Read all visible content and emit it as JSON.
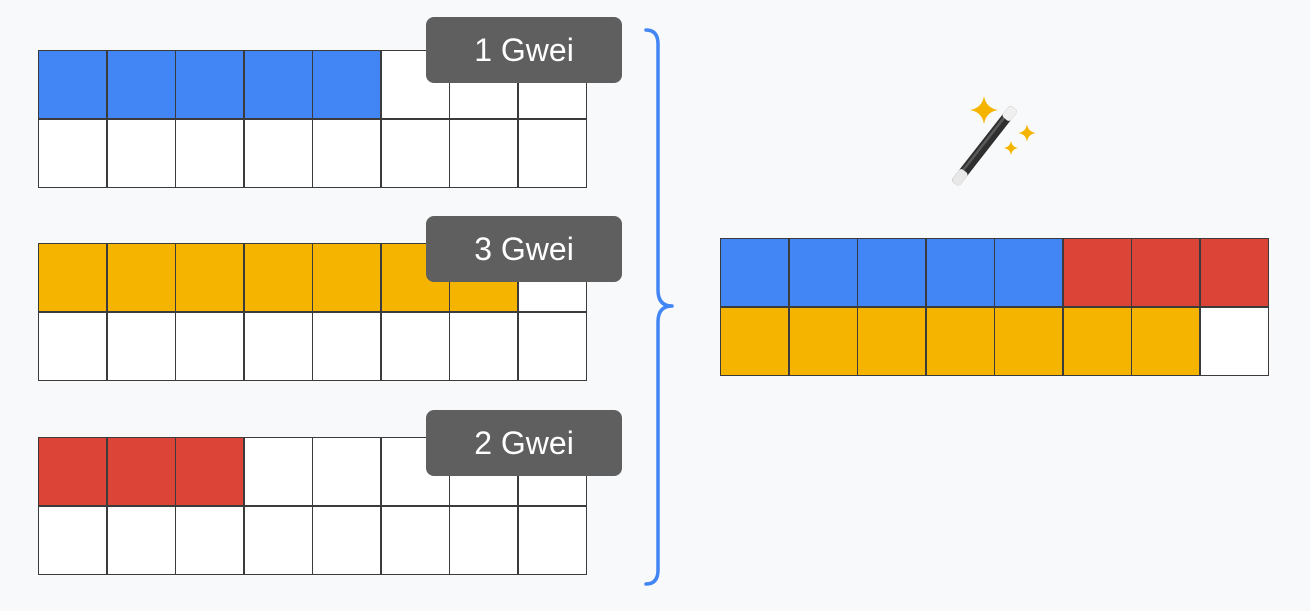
{
  "blocks": [
    {
      "label": "1 Gwei",
      "color": "blue",
      "filled": 5
    },
    {
      "label": "3 Gwei",
      "color": "yellow",
      "filled": 7
    },
    {
      "label": "2 Gwei",
      "color": "red",
      "filled": 3
    }
  ],
  "combined": {
    "rows": [
      [
        "blue",
        "blue",
        "blue",
        "blue",
        "blue",
        "red",
        "red",
        "red"
      ],
      [
        "yellow",
        "yellow",
        "yellow",
        "yellow",
        "yellow",
        "yellow",
        "yellow",
        "empty"
      ]
    ]
  },
  "icons": {
    "merge": "magic-wand-icon",
    "group": "curly-brace-icon"
  },
  "colors": {
    "blue": "#4285f4",
    "yellow": "#f4b400",
    "red": "#db4437",
    "brace": "#4285f4",
    "badge": "#5f5f5f"
  }
}
